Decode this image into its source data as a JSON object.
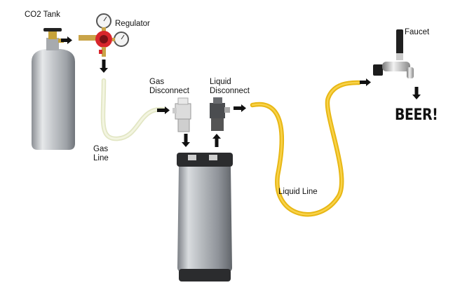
{
  "labels": {
    "co2_tank": "CO2 Tank",
    "regulator": "Regulator",
    "gas_disconnect": "Gas\nDisconnect",
    "liquid_disconnect": "Liquid\nDisconnect",
    "gas_line": "Gas\nLine",
    "liquid_line": "Liquid Line",
    "faucet": "Faucet",
    "beer": "BEER!"
  },
  "colors": {
    "gas_line": "#ecefd2",
    "liquid_line": "#f2c320",
    "arrow": "#111111",
    "cylinder_metal": "#b9bcc0",
    "regulator_red": "#d8262c"
  }
}
